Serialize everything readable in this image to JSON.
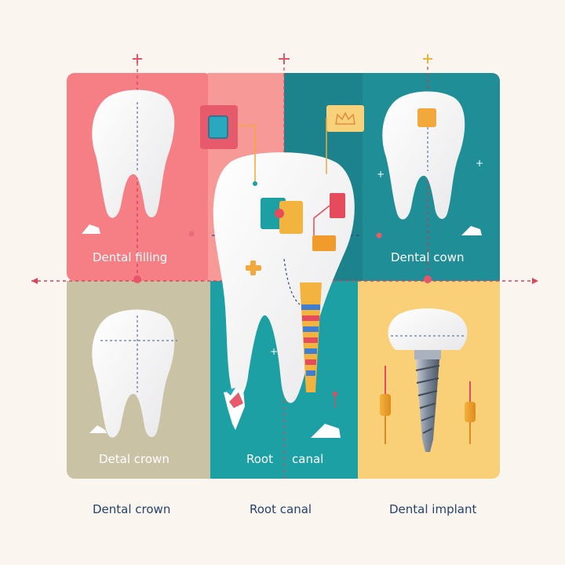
{
  "panel_labels": {
    "top_left": "Dental filling",
    "top_right": "Dental cown",
    "bottom_left": "Detal crown",
    "bottom_middle_a": "Root",
    "bottom_middle_b": "canal"
  },
  "bottom_labels": {
    "left": "Dental crown",
    "middle": "Root canal",
    "right": "Dental implant"
  },
  "colors": {
    "background": "#faf5ee",
    "coral": "#f57f84",
    "coral_light": "#f79a97",
    "teal": "#1f8e96",
    "teal_dark": "#17707e",
    "olive": "#c9c2a5",
    "teal_mid": "#1da0a3",
    "yellow": "#f9cf78",
    "accent_red": "#e54b5c",
    "navy_text": "#23436f"
  }
}
